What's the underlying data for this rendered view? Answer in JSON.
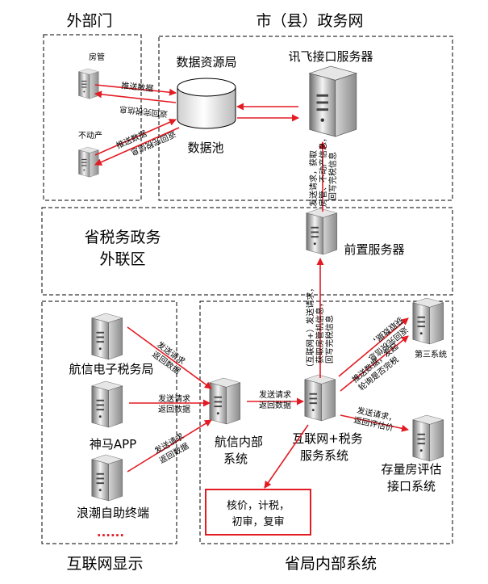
{
  "regions": {
    "external_dept": "外部门",
    "city_gov_net": "市（县）政务网",
    "province_tax_extranet_l1": "省税务政务",
    "province_tax_extranet_l2": "外联区",
    "internet_display": "互联网显示",
    "province_internal": "省局内部系统"
  },
  "nodes": {
    "housing": "房管",
    "real_estate": "不动产",
    "data_bureau": "数据资源局",
    "data_pool": "数据池",
    "iflytek_server": "讯飞接口服务器",
    "front_server": "前置服务器",
    "hangxin_etax": "航信电子税务局",
    "shenma_app": "神马APP",
    "langchao_terminal": "浪潮自助终端",
    "more": "......",
    "hangxin_internal_l1": "航信内部",
    "hangxin_internal_l2": "系统",
    "internet_tax_l1": "互联网+税务",
    "internet_tax_l2": "服务系统",
    "third_party": "第三系统",
    "appraisal_l1": "存量房评估",
    "appraisal_l2": "接口系统",
    "tasks_l1": "核价，计税，",
    "tasks_l2": "初审，复审"
  },
  "edges": {
    "push_data": "推送数据",
    "return_result": "返回完税信息",
    "push_data_2": "推送数据",
    "return_tax_info": "返回完税信息",
    "iflytek_l1": "发送请求，获取",
    "iflytek_l2": "房管、不动产信息，",
    "iflytek_l3": "回写完税信息",
    "front_l1": "（互联网+）发送请求，",
    "front_l2": "获取房管机信息，",
    "front_l3": "回写完税信息",
    "etax_l1": "发送请求",
    "etax_l2": "返回数据",
    "app_l1": "发送请求",
    "app_l2": "返回数据",
    "term_l1": "发送请求",
    "term_l2": "返回数据",
    "hx_l1": "发送请求",
    "hx_l2": "返回数据",
    "third_l1": "获取数据，",
    "third_l2": "返回完税信息",
    "push_l1": "推送数据，发起",
    "push_l2": "轮询是否完税",
    "appr_l1": "发送请求，",
    "appr_l2": "返回评估价"
  }
}
